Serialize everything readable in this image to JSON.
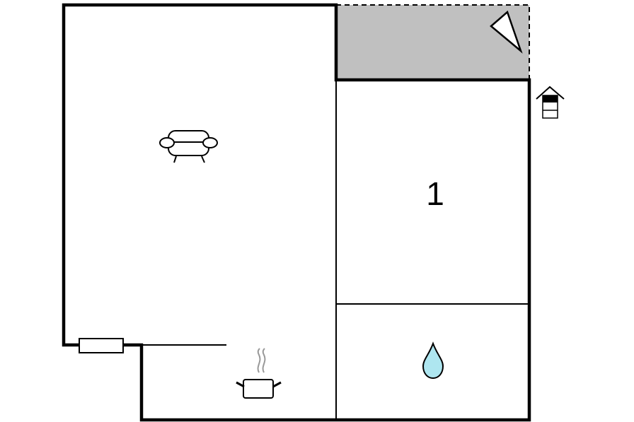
{
  "floorplan": {
    "colors": {
      "wall": "#000000",
      "terrace_fill": "#c0c0c0",
      "background": "#ffffff",
      "water_drop": "#aee6f0",
      "steam": "#999999"
    },
    "rooms": [
      {
        "id": "living-room",
        "icon": "sofa-icon"
      },
      {
        "id": "kitchen",
        "icon": "cooking-pot-icon"
      },
      {
        "id": "bedroom",
        "label": "1"
      },
      {
        "id": "bathroom",
        "icon": "water-drop-icon"
      },
      {
        "id": "terrace",
        "icon": "sun-lounger-icon"
      }
    ],
    "features": [
      {
        "id": "radiator",
        "icon": "radiator-icon"
      },
      {
        "id": "entrance",
        "icon": "house-entrance-icon"
      }
    ]
  }
}
